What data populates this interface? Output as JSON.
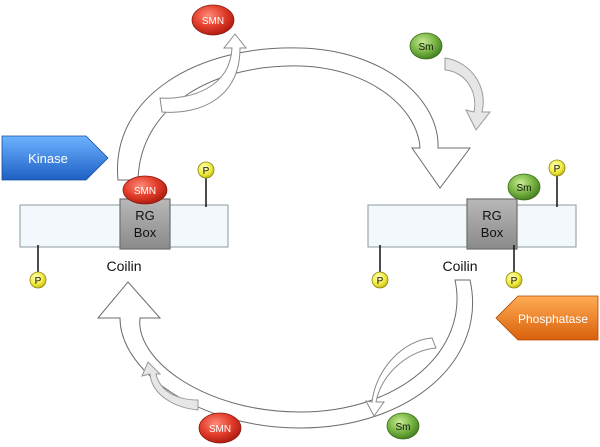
{
  "diagram": {
    "left_protein": {
      "name": "Coilin",
      "domain_line1": "RG",
      "domain_line2": "Box",
      "bound_factor": "SMN",
      "phosphate_top": "P",
      "phosphate_bottom": "P"
    },
    "right_protein": {
      "name": "Coilin",
      "domain_line1": "RG",
      "domain_line2": "Box",
      "bound_factor": "Sm",
      "phosphate_top": "P",
      "phosphate_bottom": "P"
    },
    "kinase": {
      "label": "Kinase"
    },
    "phosphatase": {
      "label": "Phosphatase"
    },
    "free_factors": {
      "smn_top": "SMN",
      "sm_top": "Sm",
      "smn_bottom": "SMN",
      "sm_bottom": "Sm"
    },
    "colors": {
      "smn": "#d93a2b",
      "sm": "#6fa83a",
      "phosphate": "#f2ee3a",
      "kinase": "#2f7fe0",
      "phosphatase": "#ee7a12",
      "rg_box": "#9e9e9e",
      "protein_bar": "#f2f8fb"
    }
  }
}
